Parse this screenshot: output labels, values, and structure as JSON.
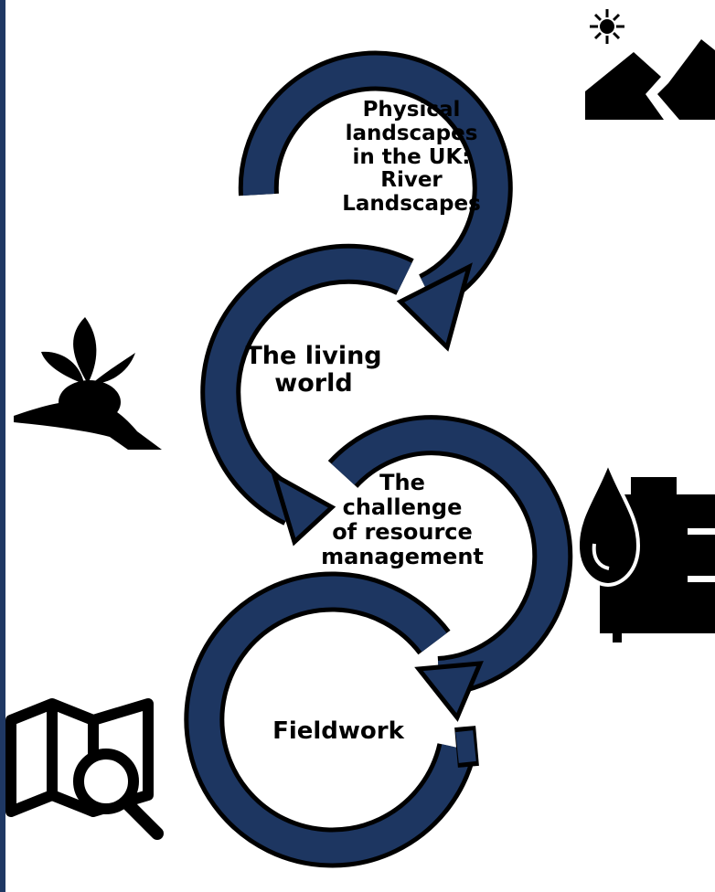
{
  "colors": {
    "arrow_fill": "#1d3661",
    "outline": "#000000",
    "edge_bar": "#1f3864"
  },
  "steps": [
    {
      "lines": [
        "Physical",
        "landscapes",
        "in the UK:",
        "River",
        "Landscapes"
      ],
      "icon": "mountain-sun-icon"
    },
    {
      "lines": [
        "The living",
        "world"
      ],
      "icon": "plant-in-hand-icon"
    },
    {
      "lines": [
        "The",
        "challenge",
        "of resource",
        "management"
      ],
      "icon": "oil-drop-barrel-icon"
    },
    {
      "lines": [
        "Fieldwork"
      ],
      "icon": "map-magnifier-icon"
    }
  ]
}
